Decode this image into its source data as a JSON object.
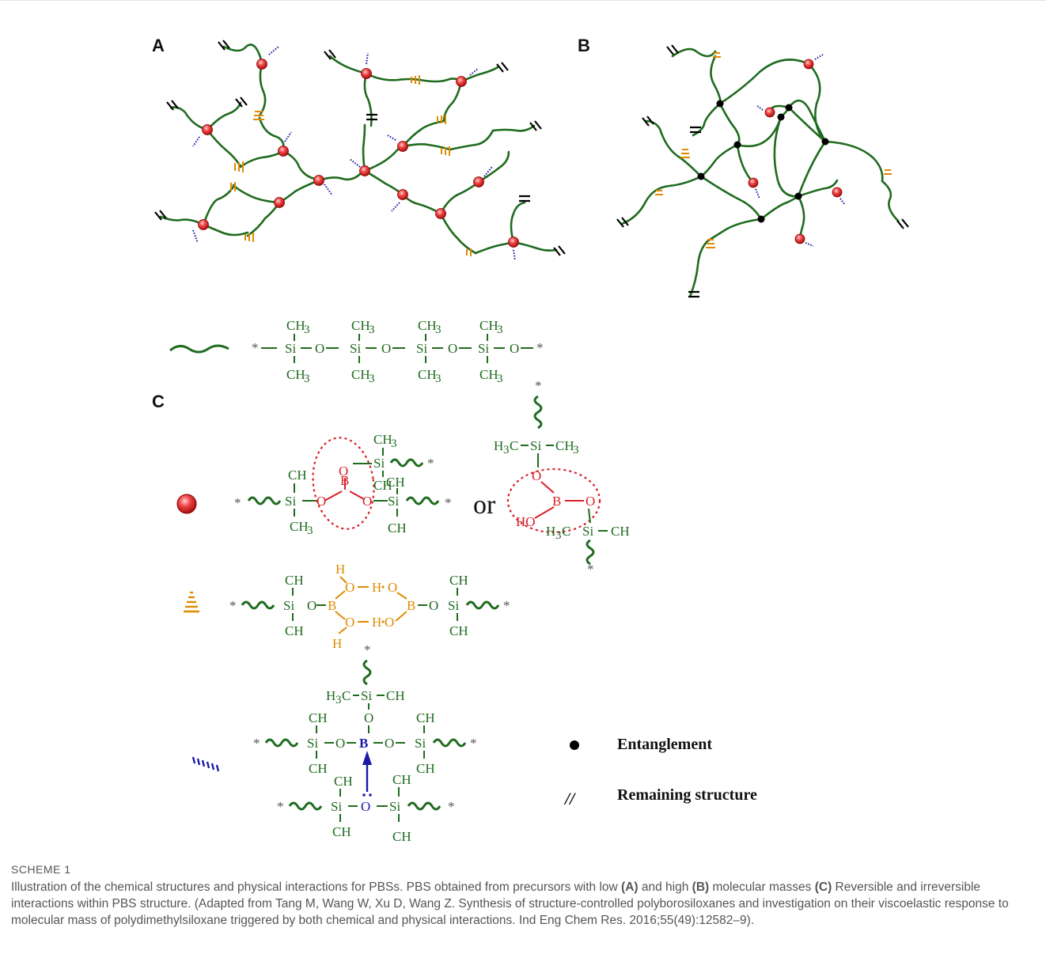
{
  "figure": {
    "panels": {
      "a": "A",
      "b": "B",
      "c": "C"
    },
    "chain_unit": {
      "ch3": "CH",
      "sub3": "3",
      "si": "Si",
      "o": "O",
      "star": "*"
    },
    "structures": {
      "or_label": "or",
      "b": "B",
      "h": "H",
      "o": "O",
      "ho": "HO",
      "h3c": "H",
      "h3c_c": "C"
    },
    "legend": {
      "entanglement": "Entanglement",
      "remaining": "Remaining structure",
      "remaining_symbol": "//"
    },
    "colors": {
      "chain": "#1f6b1f",
      "boronate_red": "#d81f26",
      "hydrogen_orange": "#e08a00",
      "dative_blue": "#1a1aa8",
      "node_red": "#e23b3b",
      "entanglement_black": "#000000"
    }
  },
  "caption": {
    "label": "SCHEME 1",
    "text_1": "Illustration of the chemical structures and physical interactions for PBSs. PBS obtained from precursors with low ",
    "bold_a": "(A)",
    "text_2": " and high ",
    "bold_b": "(B)",
    "text_3": " molecular masses ",
    "bold_c": "(C)",
    "text_4": " Reversible and irreversible interactions within PBS structure. (Adapted from Tang M, Wang W, Xu D, Wang Z. Synthesis of structure-controlled polyborosiloxanes and investigation on their viscoelastic response to molecular mass of polydimethylsiloxane triggered by both chemical and physical interactions. Ind Eng Chem Res. 2016;55(49):12582–9)."
  }
}
